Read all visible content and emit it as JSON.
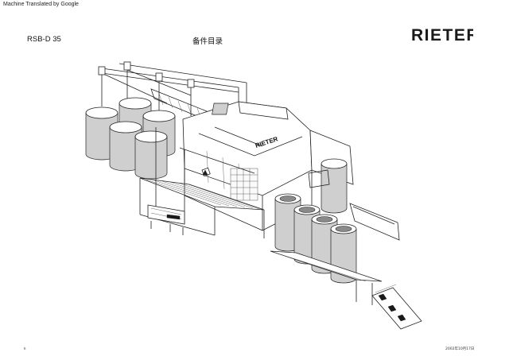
{
  "header": {
    "translation_note": "Machine Translated by Google",
    "doc_code": "RSB-D 35",
    "doc_title": "备件目录"
  },
  "brand": {
    "name": "RIETER",
    "color": "#1a1a1a"
  },
  "machine_label": "RIETER",
  "footer": {
    "page_number": "II",
    "date": "2002年10月17日"
  }
}
